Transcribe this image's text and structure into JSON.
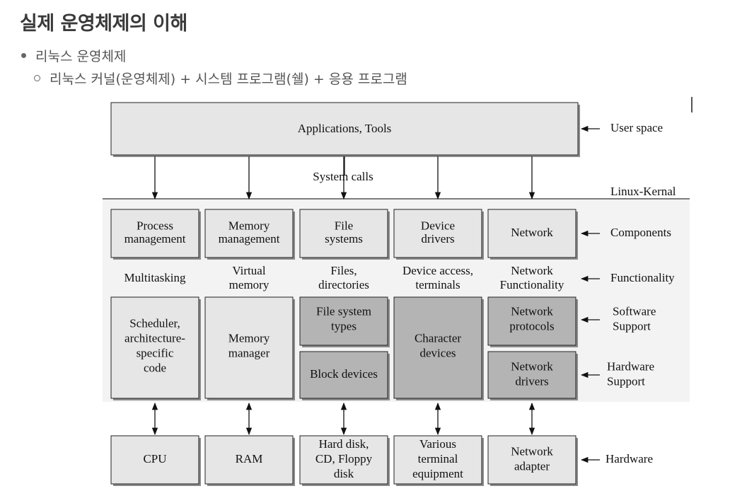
{
  "heading": "실제 운영체제의 이해",
  "bullets": {
    "level1": "리눅스 운영체제",
    "level2": "리눅스 커널(운영체제) + 시스템 프로그램(쉘) + 응용 프로그램"
  },
  "diagram": {
    "apps_box": "Applications, Tools",
    "system_calls": "System calls",
    "kernel_label": "Linux-Kernal",
    "side_labels": {
      "user_space": "User space",
      "components": "Components",
      "functionality": "Functionality",
      "software_support": [
        "Software",
        "Support"
      ],
      "hardware_support": [
        "Hardware",
        "Support"
      ],
      "hardware": "Hardware"
    },
    "components": [
      [
        "Process",
        "management"
      ],
      [
        "Memory",
        "management"
      ],
      [
        "File",
        "systems"
      ],
      [
        "Device",
        "drivers"
      ],
      [
        "Network"
      ]
    ],
    "functionality": [
      [
        "Multitasking"
      ],
      [
        "Virtual",
        "memory"
      ],
      [
        "Files,",
        "directories"
      ],
      [
        "Device access,",
        "terminals"
      ],
      [
        "Network",
        "Functionality"
      ]
    ],
    "software": {
      "scheduler": [
        "Scheduler,",
        "architecture-",
        "specific",
        "code"
      ],
      "memory_manager": [
        "Memory",
        "manager"
      ],
      "fs_types": [
        "File system",
        "types"
      ],
      "block_devices": [
        "Block devices"
      ],
      "character_devices": [
        "Character",
        "devices"
      ],
      "network_protocols": [
        "Network",
        "protocols"
      ],
      "network_drivers": [
        "Network",
        "drivers"
      ]
    },
    "hardware": [
      [
        "CPU"
      ],
      [
        "RAM"
      ],
      [
        "Hard disk,",
        "CD, Floppy",
        "disk"
      ],
      [
        "Various",
        "terminal",
        "equipment"
      ],
      [
        "Network",
        "adapter"
      ]
    ],
    "colors": {
      "light_box": "#e6e6e6",
      "dark_box": "#b4b4b4",
      "kernel_bg": "#f3f3f3"
    }
  }
}
